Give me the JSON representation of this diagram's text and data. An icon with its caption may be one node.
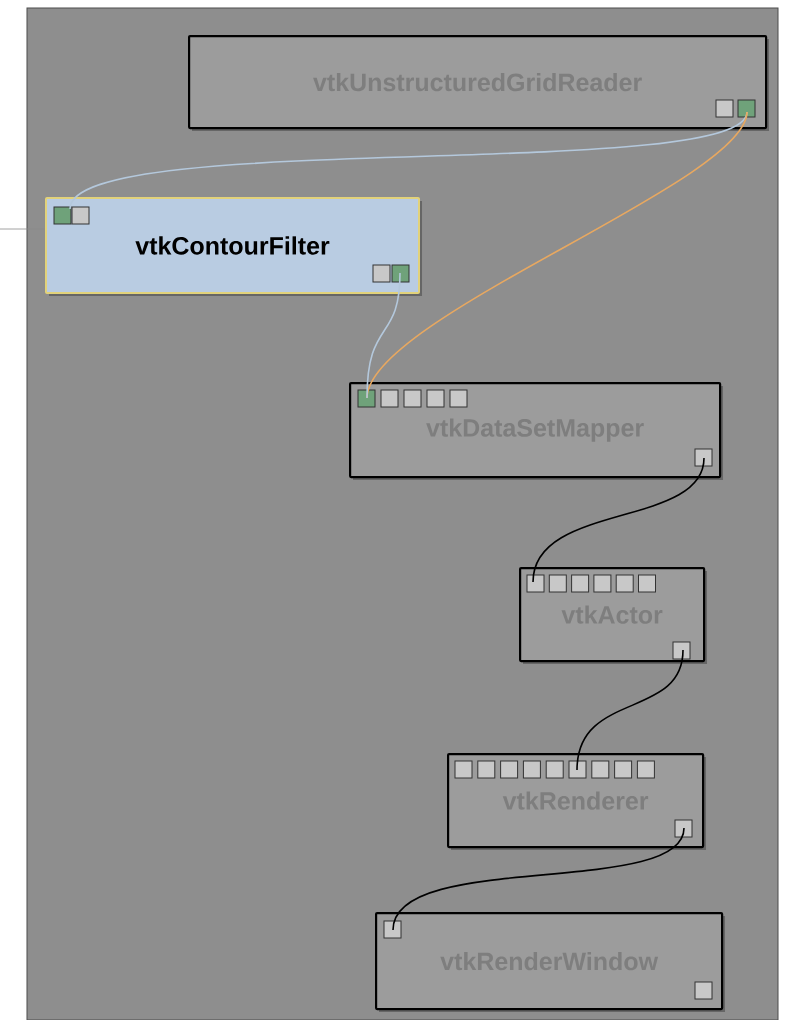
{
  "diagram": {
    "nodes": [
      {
        "text": [
          "vtkUnstructuredGridReader"
        ]
      },
      {
        "text": [
          "vtkContourFilter"
        ]
      },
      {
        "text": [
          "vtkDataSetMapper"
        ]
      },
      {
        "text": [
          "vtkActor"
        ]
      },
      {
        "text": [
          "vtkRenderer"
        ]
      },
      {
        "text": [
          "vtkRenderWindow"
        ]
      }
    ],
    "edges": [
      {
        "from": 0,
        "to": 1,
        "arrow": "none",
        "color": "#b4c8dc"
      },
      {
        "from": 0,
        "to": 2,
        "arrow": "none",
        "color": "#e8a860"
      },
      {
        "from": 1,
        "to": 2,
        "arrow": "none",
        "color": "#b4c8dc"
      },
      {
        "from": 2,
        "to": 3,
        "arrow": "none"
      },
      {
        "from": 3,
        "to": 4,
        "arrow": "none"
      },
      {
        "from": 4,
        "to": 5,
        "arrow": "none"
      },
      {
        "from": null,
        "to": 1,
        "arrow": "none",
        "color": "#8c8c8c"
      }
    ]
  }
}
